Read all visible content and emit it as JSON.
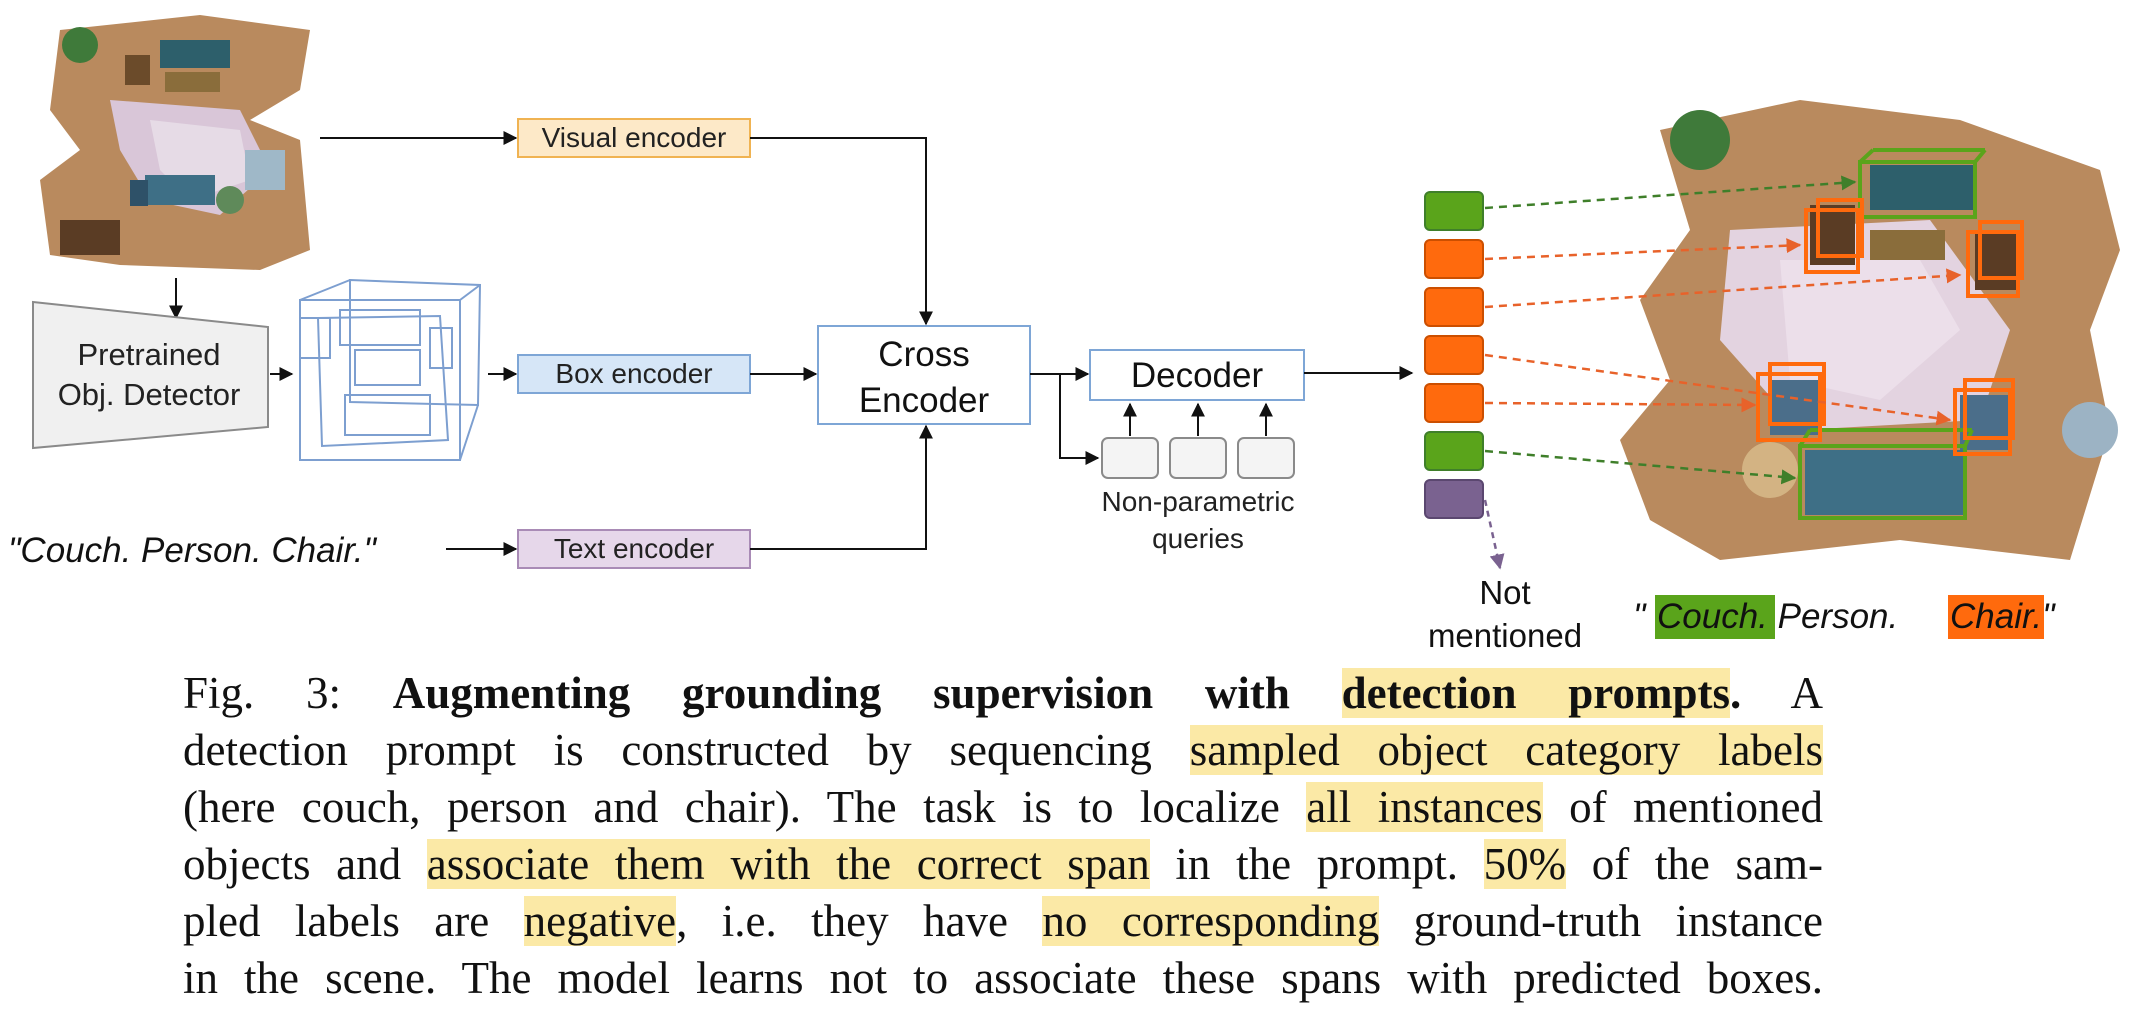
{
  "diagram": {
    "visual_encoder": "Visual encoder",
    "box_encoder": "Box encoder",
    "text_encoder": "Text encoder",
    "detector_line1": "Pretrained",
    "detector_line2": "Obj. Detector",
    "cross_line1": "Cross",
    "cross_line2": "Encoder",
    "decoder": "Decoder",
    "queries_line1": "Non-parametric",
    "queries_line2": "queries",
    "prompt": "\"Couch. Person. Chair.\"",
    "not_line1": "Not",
    "not_line2": "mentioned",
    "out_prompt_open": "\"",
    "out_couch": "Couch",
    "out_middle": ". Person. ",
    "out_chair": "Chair",
    "out_close": ".\"",
    "colors": {
      "visual": "#fde9c8",
      "visual_border": "#f0b352",
      "box": "#d6e6f7",
      "box_border": "#7ea6d6",
      "text": "#e6d7ea",
      "text_border": "#a98bb6",
      "green": "#5aa41b",
      "orange": "#ff6a0d",
      "purple": "#7a6290",
      "highlight": "#fbe9a6"
    }
  },
  "caption": {
    "l1_a": "Fig. 3: ",
    "l1_b": "Augmenting grounding supervision with ",
    "l1_hl": "detection prompts",
    "l1_c": ".",
    "l1_d": " A",
    "l2_a": "detection prompt is constructed by sequencing ",
    "l2_hl": "sampled object category labels",
    "l3_a": "(here couch, person and chair). The task is to localize ",
    "l3_hl": "all instances",
    "l3_b": " of mentioned",
    "l4_a": "objects and ",
    "l4_hl": "associate them with the correct span",
    "l4_b": " in the prompt. ",
    "l4_hl2": "50%",
    "l4_c": " of the sam-",
    "l5_a": "pled labels are ",
    "l5_hl": "negative",
    "l5_b": ", i.e. they have ",
    "l5_hl2": "no corresponding",
    "l5_c": " ground-truth instance",
    "l6_a": "in the scene. The model learns not to associate these spans with predicted boxes."
  }
}
